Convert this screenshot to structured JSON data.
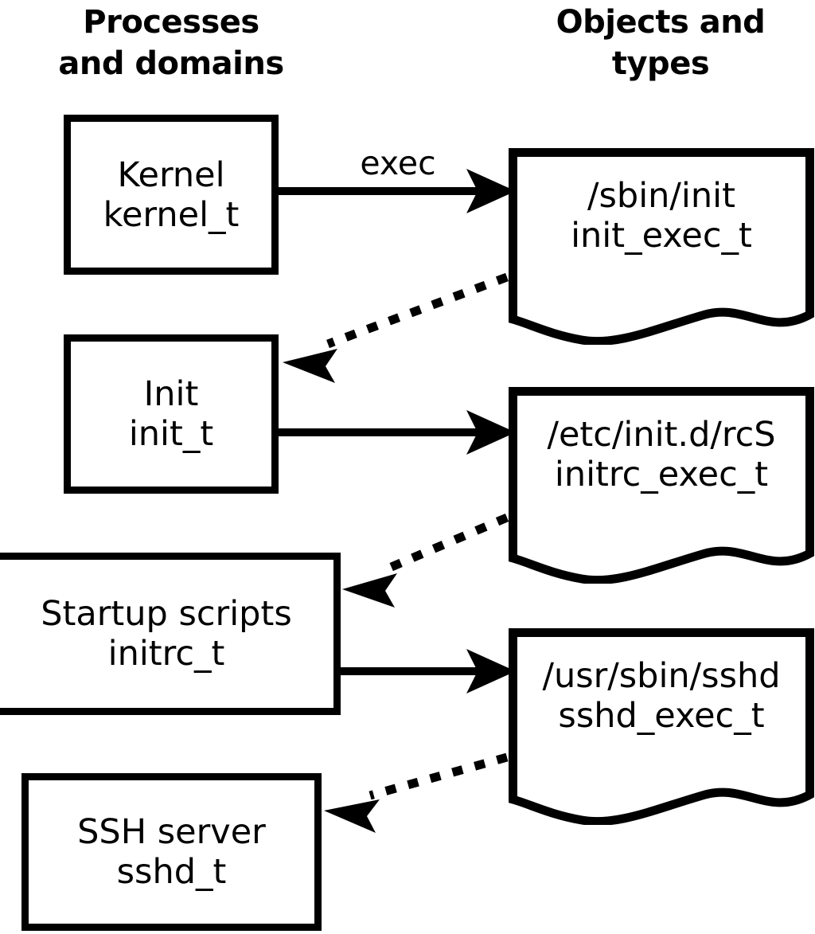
{
  "diagram": {
    "title": "SELinux process transition diagram",
    "background_color": "#ffffff",
    "stroke_color": "#000000",
    "headers": {
      "left": "Processes\nand domains",
      "right": "Objects and\ntypes"
    },
    "process_boxes": [
      {
        "id": "kernel",
        "label": "Kernel\nkernel_t"
      },
      {
        "id": "init",
        "label": "Init\ninit_t"
      },
      {
        "id": "initrc",
        "label": "Startup scripts\ninitrc_t"
      },
      {
        "id": "sshd",
        "label": "SSH server\nsshd_t"
      }
    ],
    "object_docs": [
      {
        "id": "init-exec",
        "label": "/sbin/init\ninit_exec_t"
      },
      {
        "id": "initrc-exec",
        "label": "/etc/init.d/rcS\ninitrc_exec_t"
      },
      {
        "id": "sshd-exec",
        "label": "/usr/sbin/sshd\nsshd_exec_t"
      }
    ],
    "edges": [
      {
        "id": "kernel-exec-init",
        "label": "exec",
        "style": "solid",
        "from": "kernel",
        "to": "init-exec"
      },
      {
        "id": "init-exec-transition",
        "label": "",
        "style": "dotted",
        "from": "init-exec",
        "to": "init"
      },
      {
        "id": "init-exec-initrc",
        "label": "",
        "style": "solid",
        "from": "init",
        "to": "initrc-exec"
      },
      {
        "id": "initrc-exec-transition",
        "label": "",
        "style": "dotted",
        "from": "initrc-exec",
        "to": "initrc"
      },
      {
        "id": "initrc-exec-sshd",
        "label": "",
        "style": "solid",
        "from": "initrc",
        "to": "sshd-exec"
      },
      {
        "id": "sshd-exec-transition",
        "label": "",
        "style": "dotted",
        "from": "sshd-exec",
        "to": "sshd"
      }
    ]
  }
}
